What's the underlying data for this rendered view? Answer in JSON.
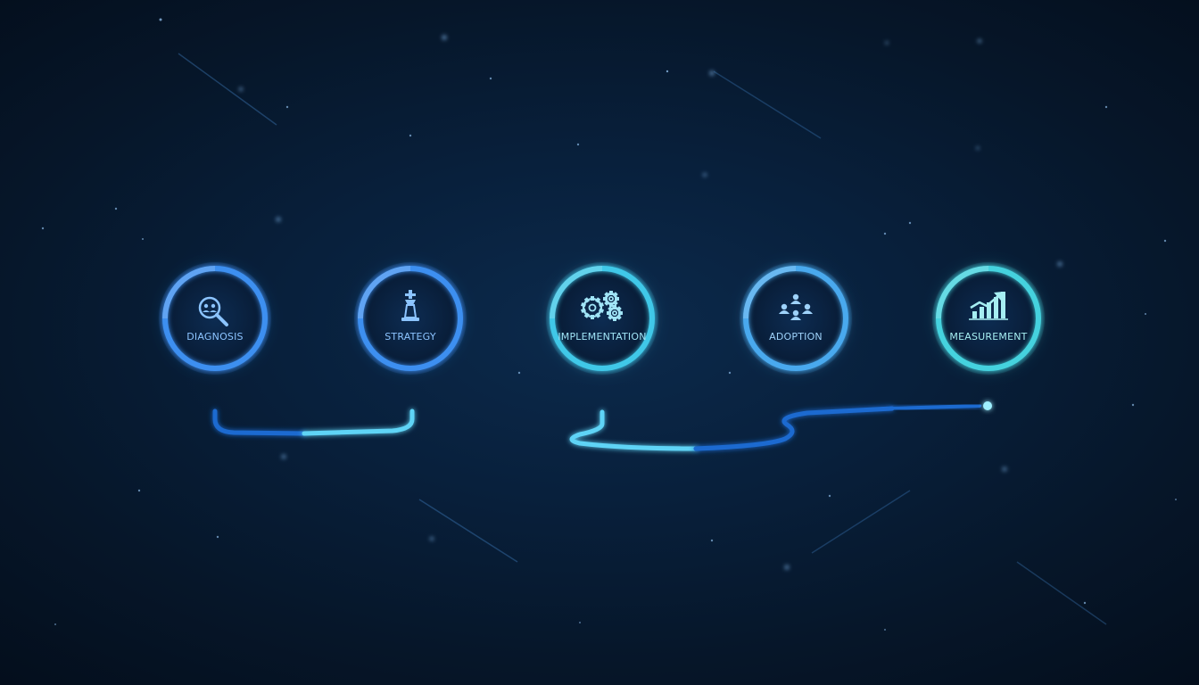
{
  "diagram": {
    "stages": [
      {
        "label": "DIAGNOSIS",
        "icon": "magnifier-people-icon",
        "color": "#3d8ff0",
        "text_color": "#8cc4ff"
      },
      {
        "label": "STRATEGY",
        "icon": "chess-king-icon",
        "color": "#3d8ff0",
        "text_color": "#8cc4ff"
      },
      {
        "label": "IMPLEMENTATION",
        "icon": "gears-icon",
        "color": "#3fc8e8",
        "text_color": "#a0e4f6"
      },
      {
        "label": "ADOPTION",
        "icon": "team-icon",
        "color": "#4aa9ee",
        "text_color": "#9ed2fa"
      },
      {
        "label": "MEASUREMENT",
        "icon": "growth-chart-icon",
        "color": "#45d2de",
        "text_color": "#a6eef2"
      }
    ],
    "connector_colors": {
      "dark": "#1d6ad0",
      "light": "#5fd4f6"
    }
  }
}
